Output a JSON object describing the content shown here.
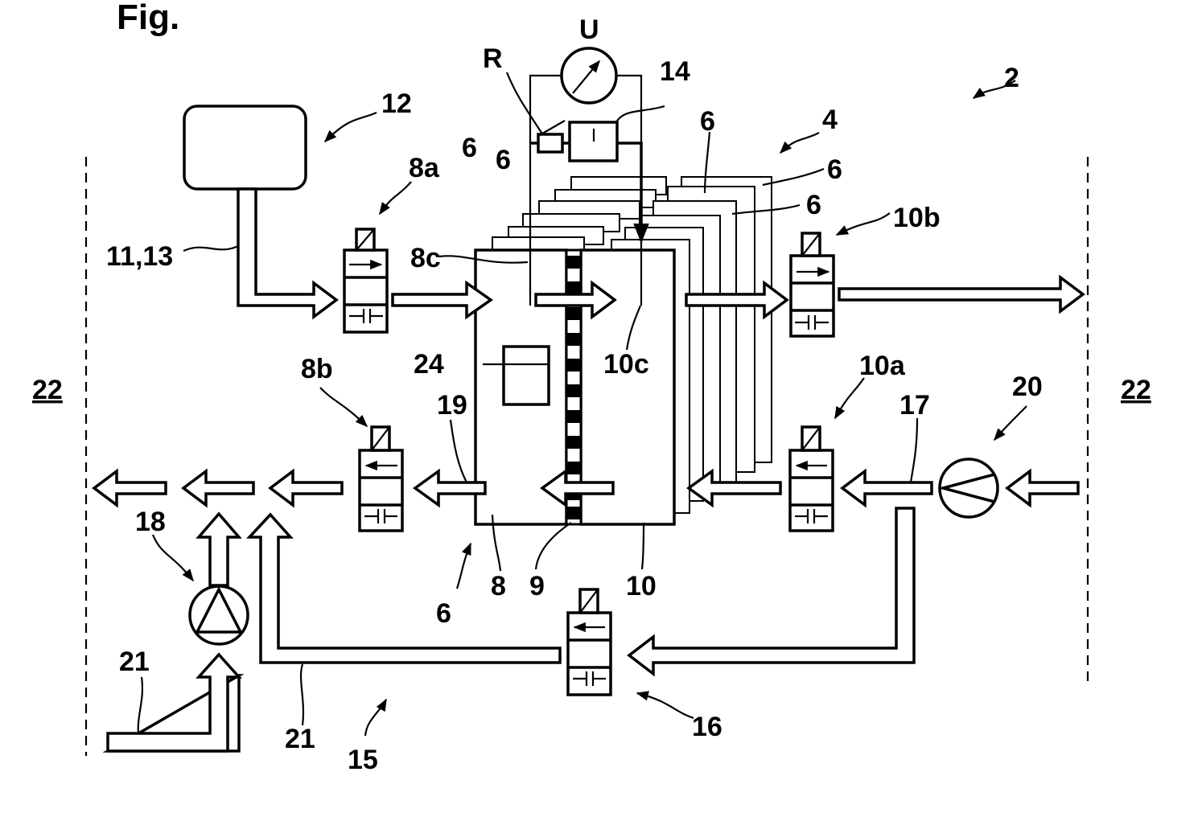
{
  "figure": {
    "title": "Fig.",
    "labels": {
      "system": "2",
      "stack": "4",
      "cell": "6",
      "anode": "8",
      "anode_inlet_valve": "8a",
      "anode_outlet_valve": "8b",
      "anode_sensor": "8c",
      "membrane": "9",
      "cathode": "10",
      "cathode_inlet_valve": "10a",
      "cathode_outlet_valve": "10b",
      "cathode_sensor": "10c",
      "supply_line": "11,13",
      "hydrogen_tank": "12",
      "measuring_unit": "14",
      "bypass_line": "15",
      "bypass_valve": "16",
      "air_line": "17",
      "pump_left": "18",
      "anode_outlet_line": "19",
      "compressor": "20",
      "ambient_line": "21",
      "environment": "22",
      "control_unit": "24",
      "voltmeter": "U",
      "resistor": "R"
    }
  }
}
